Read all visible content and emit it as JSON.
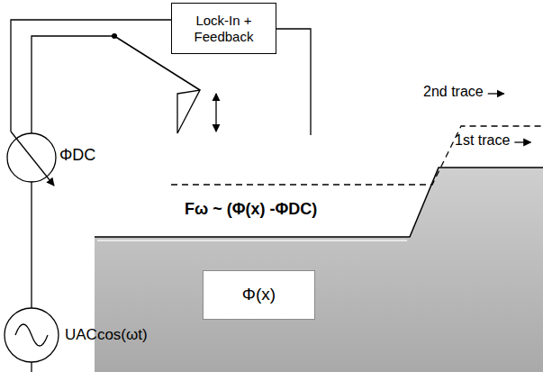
{
  "diagram": {
    "nodes": [
      {
        "text": [
          "Lock-In + Feedback"
        ]
      },
      {
        "text": [
          "Φ(x)"
        ]
      }
    ],
    "labels": [
      "ΦDC",
      "UACcos(ωt)",
      "Fω ~ (Φ(x) -ΦDC)",
      "2nd trace",
      "1st trace"
    ]
  }
}
